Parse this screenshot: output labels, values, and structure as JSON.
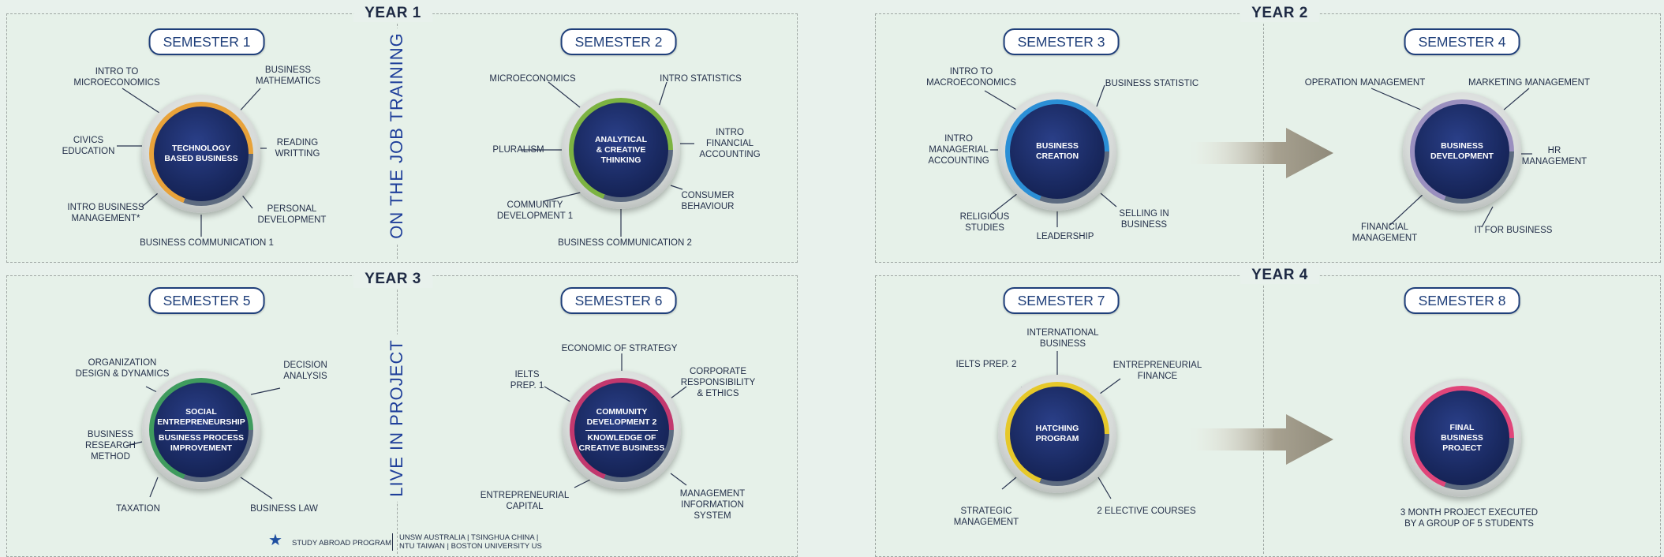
{
  "years": [
    "YEAR 1",
    "YEAR 2",
    "YEAR 3",
    "YEAR 4"
  ],
  "side_labels": {
    "year1": "ON THE JOB TRAINING",
    "year3": "LIVE IN PROJECT"
  },
  "semesters": [
    {
      "title": "SEMESTER 1",
      "ring_color": "#e8a23a",
      "hub": [
        "TECHNOLOGY\nBASED BUSINESS"
      ],
      "labels": [
        "INTRO TO\nMICROECONOMICS",
        "BUSINESS\nMATHEMATICS",
        "CIVICS\nEDUCATION",
        "READING\nWRITTING",
        "INTRO BUSINESS\nMANAGEMENT*",
        "PERSONAL\nDEVELOPMENT",
        "BUSINESS COMMUNICATION 1"
      ]
    },
    {
      "title": "SEMESTER 2",
      "ring_color": "#7cb342",
      "hub": [
        "ANALYTICAL\n& CREATIVE\nTHINKING"
      ],
      "labels": [
        "MICROECONOMICS",
        "INTRO STATISTICS",
        "PLURALISM",
        "INTRO\nFINANCIAL\nACCOUNTING",
        "COMMUNITY\nDEVELOPMENT 1",
        "CONSUMER\nBEHAVIOUR",
        "BUSINESS COMMUNICATION 2"
      ]
    },
    {
      "title": "SEMESTER 3",
      "ring_color": "#2b8fd6",
      "hub": [
        "BUSINESS\nCREATION"
      ],
      "labels": [
        "INTRO TO\nMACROECONOMICS",
        "BUSINESS STATISTIC",
        "INTRO\nMANAGERIAL\nACCOUNTING",
        "RELIGIOUS\nSTUDIES",
        "LEADERSHIP",
        "SELLING IN\nBUSINESS"
      ]
    },
    {
      "title": "SEMESTER 4",
      "ring_color": "#9a8fbf",
      "hub": [
        "BUSINESS\nDEVELOPMENT"
      ],
      "labels": [
        "OPERATION MANAGEMENT",
        "MARKETING MANAGEMENT",
        "HR\nMANAGEMENT",
        "FINANCIAL\nMANAGEMENT",
        "IT FOR BUSINESS"
      ]
    },
    {
      "title": "SEMESTER 5",
      "ring_color": "#3f9b5e",
      "hub": [
        "SOCIAL\nENTREPRENEURSHIP",
        "BUSINESS PROCESS\nIMPROVEMENT"
      ],
      "labels": [
        "ORGANIZATION\nDESIGN & DYNAMICS",
        "DECISION\nANALYSIS",
        "BUSINESS\nRESEARCH\nMETHOD",
        "TAXATION",
        "BUSINESS LAW"
      ]
    },
    {
      "title": "SEMESTER 6",
      "ring_color": "#c2386e",
      "hub": [
        "COMMUNITY\nDEVELOPMENT 2",
        "KNOWLEDGE OF\nCREATIVE BUSINESS"
      ],
      "labels": [
        "ECONOMIC OF STRATEGY",
        "IELTS\nPREP. 1",
        "CORPORATE\nRESPONSIBILITY\n& ETHICS",
        "ENTREPRENEURIAL\nCAPITAL",
        "MANAGEMENT\nINFORMATION\nSYSTEM"
      ]
    },
    {
      "title": "SEMESTER 7",
      "ring_color": "#e6c82a",
      "hub": [
        "HATCHING\nPROGRAM"
      ],
      "labels": [
        "INTERNATIONAL\nBUSINESS",
        "IELTS PREP. 2",
        "ENTREPRENEURIAL\nFINANCE",
        "STRATEGIC\nMANAGEMENT",
        "2 ELECTIVE COURSES"
      ]
    },
    {
      "title": "SEMESTER 8",
      "ring_color": "#e0457a",
      "hub": [
        "FINAL\nBUSINESS\nPROJECT"
      ],
      "labels": [
        "3 MONTH PROJECT EXECUTED\nBY A GROUP OF 5 STUDENTS"
      ]
    }
  ],
  "footer": {
    "star_label": "STUDY ABROAD PROGRAM",
    "partners": "UNSW AUSTRALIA  |  TSINGHUA CHINA  |\nNTU TAIWAN  |  BOSTON UNIVERSITY US"
  }
}
